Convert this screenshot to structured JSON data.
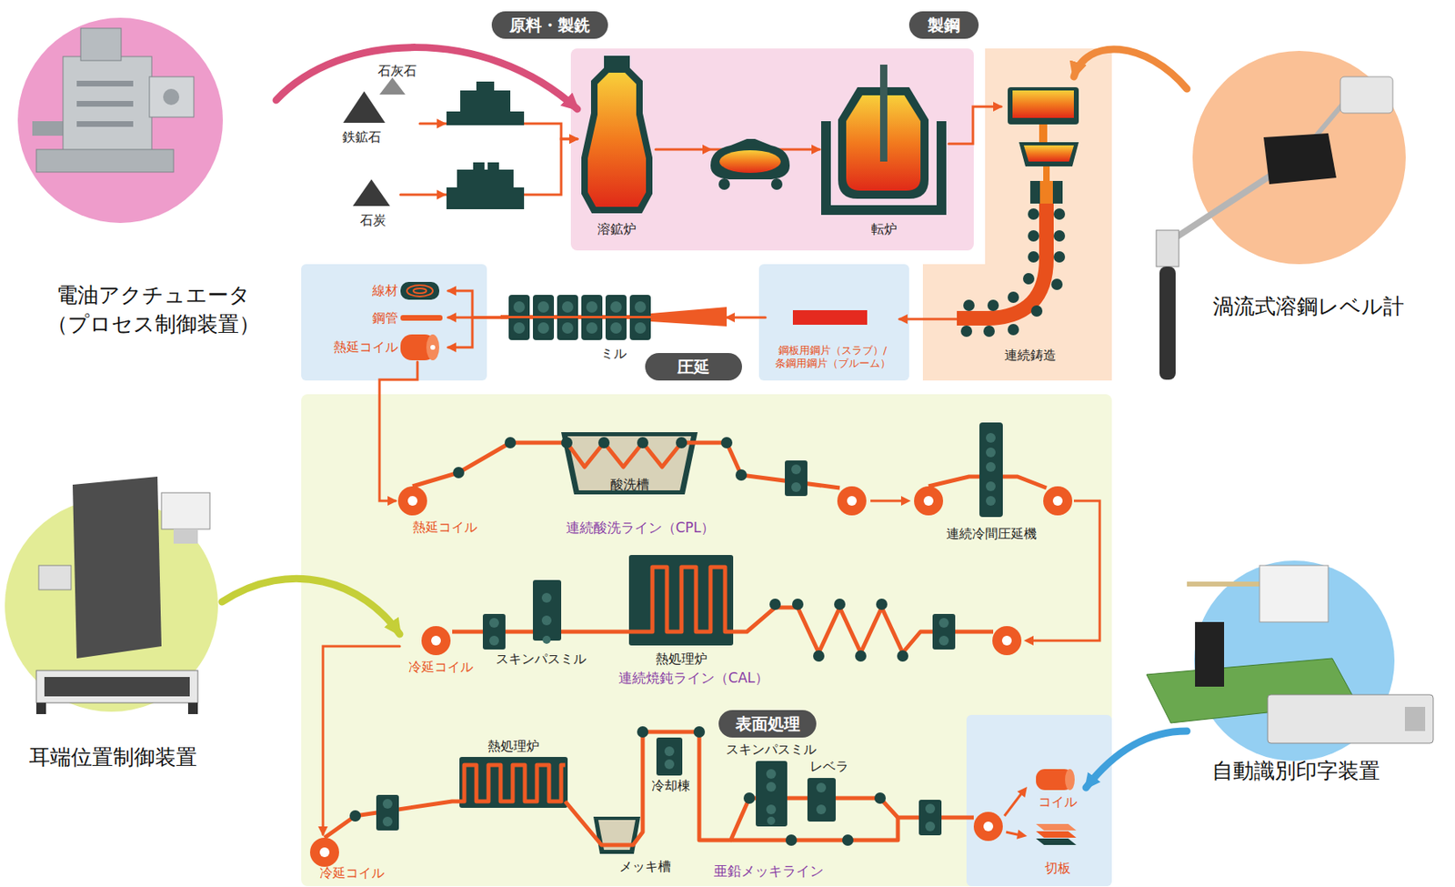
{
  "diagram": {
    "nodes": [
      {
        "text": [
          "原料・製銑"
        ]
      },
      {
        "text": [
          "製鋼"
        ]
      },
      {
        "text": [
          "電油アクチュエータ （プロセス制御装置）"
        ]
      },
      {
        "text": [
          "石灰石",
          "鉄鉱石"
        ]
      },
      {
        "text": [
          "石炭"
        ]
      },
      {
        "text": [
          "溶鉱炉"
        ]
      },
      {
        "text": [
          "転炉"
        ]
      },
      {
        "text": [
          "連続鋳造"
        ]
      },
      {
        "text": [
          "渦流式溶鋼レベル計"
        ]
      },
      {
        "text": [
          "線材"
        ]
      },
      {
        "text": [
          "鋼管"
        ]
      },
      {
        "text": [
          "熱延コイル"
        ]
      },
      {
        "text": [
          "ミル"
        ]
      },
      {
        "text": [
          "圧延"
        ]
      },
      {
        "text": [
          "鋼板用鋼片（スラブ）/ 条鋼用鋼片（ブルーム）"
        ]
      },
      {
        "text": [
          "熱延コイル"
        ]
      },
      {
        "text": [
          "酸洗槽"
        ]
      },
      {
        "text": [
          "連続冷間圧延機"
        ]
      },
      {
        "text": [
          "耳端位置制御装置"
        ]
      },
      {
        "text": [
          "冷延コイル"
        ]
      },
      {
        "text": [
          "スキンパスミル"
        ]
      },
      {
        "text": [
          "熱処理炉"
        ]
      },
      {
        "text": [
          "表面処理"
        ]
      },
      {
        "text": [
          "冷延コイル"
        ]
      },
      {
        "text": [
          "熱処理炉"
        ]
      },
      {
        "text": [
          "冷却棟"
        ]
      },
      {
        "text": [
          "メッキ槽"
        ]
      },
      {
        "text": [
          "スキンパスミル"
        ]
      },
      {
        "text": [
          "レベラ"
        ]
      },
      {
        "text": [
          "コイル"
        ]
      },
      {
        "text": [
          "切板"
        ]
      },
      {
        "text": [
          "自動識別印字装置"
        ]
      }
    ],
    "edges": [
      {
        "from": 3,
        "to": 5,
        "arrow": "to"
      },
      {
        "from": 4,
        "to": 5,
        "arrow": "to"
      },
      {
        "from": 5,
        "to": 6,
        "arrow": "to"
      },
      {
        "from": 6,
        "to": 7,
        "arrow": "to"
      },
      {
        "from": 7,
        "to": 14,
        "arrow": "to"
      },
      {
        "from": 14,
        "to": 12,
        "arrow": "to"
      },
      {
        "from": 12,
        "to": 9,
        "arrow": "to"
      },
      {
        "from": 12,
        "to": 10,
        "arrow": "to"
      },
      {
        "from": 12,
        "to": 11,
        "arrow": "to"
      },
      {
        "from": 11,
        "to": 15,
        "arrow": "to"
      },
      {
        "from": 19,
        "to": 23,
        "arrow": "to"
      },
      {
        "from": 2,
        "to": 5,
        "arrow": "to"
      },
      {
        "from": 8,
        "to": 7,
        "arrow": "to"
      },
      {
        "from": 18,
        "to": 19,
        "arrow": "to"
      },
      {
        "from": 31,
        "to": 29,
        "arrow": "to"
      }
    ],
    "labels": [
      "連続酸洗ライン（CPL）",
      "連続焼鈍ライン（CAL）",
      "亜鉛メッキライン"
    ]
  }
}
